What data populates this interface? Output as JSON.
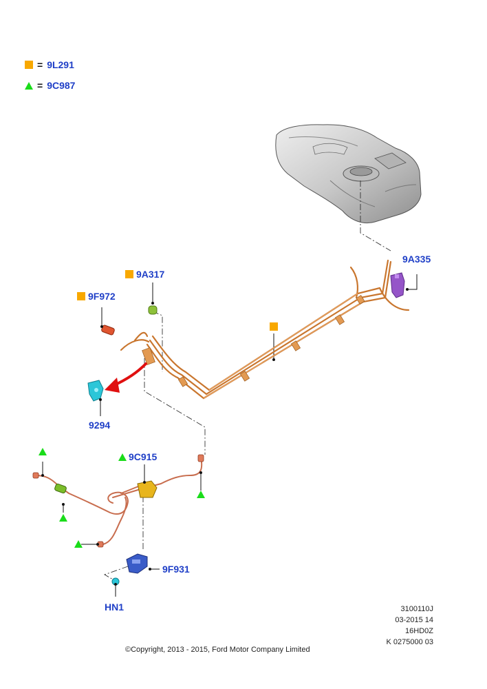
{
  "colors": {
    "callout_blue": "#1f3fc7",
    "legend_square": "#f8a800",
    "legend_triangle": "#1adc1a",
    "pipe_orange": "#d9893a",
    "pipe_copper": "#d77d60",
    "tank_grey": "#c7c7c7",
    "arrow_red": "#e01010",
    "part_purple": "#9555c8",
    "part_cyan": "#2cc6d8",
    "part_blue": "#3a5cc8",
    "part_green": "#7bbd2a",
    "part_yellow": "#e8b51c",
    "part_red": "#e05530"
  },
  "legend": [
    {
      "symbol": "square",
      "equals": "=",
      "code": "9L291"
    },
    {
      "symbol": "triangle",
      "equals": "=",
      "code": "9C987"
    }
  ],
  "callouts": {
    "c_9a335": "9A335",
    "c_9a317": "9A317",
    "c_9f972": "9F972",
    "c_9294": "9294",
    "c_9c915": "9C915",
    "c_9f931": "9F931",
    "c_hn1": "HN1"
  },
  "reference": {
    "line1": "3100110J",
    "line2": "03-2015 14",
    "line3": "16HD0Z",
    "line4": "K 0275000 03"
  },
  "copyright": "©Copyright, 2013 - 2015, Ford Motor Company Limited"
}
